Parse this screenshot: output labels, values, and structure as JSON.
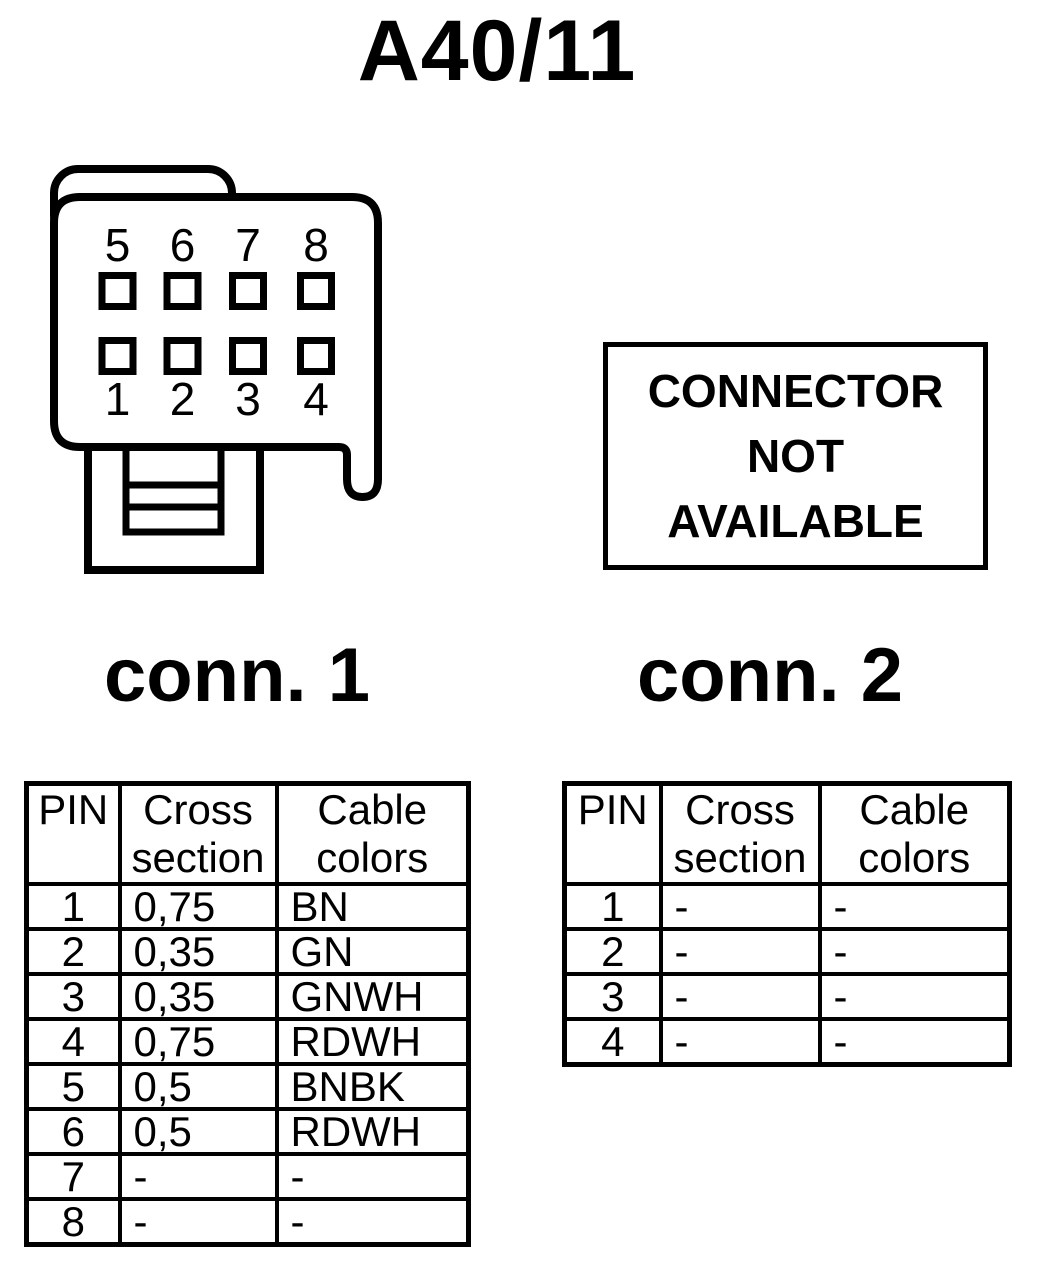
{
  "page": {
    "title": "A40/11"
  },
  "colors": {
    "ink": "#000000",
    "background": "#ffffff"
  },
  "connector_diagram": {
    "top_pins": [
      "5",
      "6",
      "7",
      "8"
    ],
    "bottom_pins": [
      "1",
      "2",
      "3",
      "4"
    ]
  },
  "not_available_box": {
    "line1": "CONNECTOR",
    "line2": "NOT",
    "line3": "AVAILABLE"
  },
  "conn1": {
    "label": "conn. 1",
    "headers": {
      "pin": "PIN",
      "cross": "Cross section",
      "cable": "Cable colors"
    },
    "rows": [
      {
        "pin": "1",
        "cross": "0,75",
        "cable": "BN"
      },
      {
        "pin": "2",
        "cross": "0,35",
        "cable": "GN"
      },
      {
        "pin": "3",
        "cross": "0,35",
        "cable": "GNWH"
      },
      {
        "pin": "4",
        "cross": "0,75",
        "cable": "RDWH"
      },
      {
        "pin": "5",
        "cross": "0,5",
        "cable": "BNBK"
      },
      {
        "pin": "6",
        "cross": "0,5",
        "cable": "RDWH"
      },
      {
        "pin": "7",
        "cross": "-",
        "cable": "-"
      },
      {
        "pin": "8",
        "cross": "-",
        "cable": "-"
      }
    ]
  },
  "conn2": {
    "label": "conn. 2",
    "headers": {
      "pin": "PIN",
      "cross": "Cross section",
      "cable": "Cable colors"
    },
    "rows": [
      {
        "pin": "1",
        "cross": "-",
        "cable": "-"
      },
      {
        "pin": "2",
        "cross": "-",
        "cable": "-"
      },
      {
        "pin": "3",
        "cross": "-",
        "cable": "-"
      },
      {
        "pin": "4",
        "cross": "-",
        "cable": "-"
      }
    ]
  }
}
